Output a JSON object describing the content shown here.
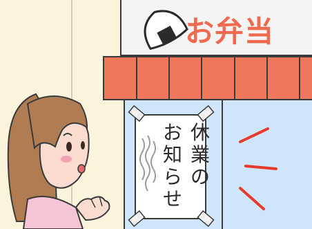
{
  "shop_sign": {
    "text": "お弁当",
    "text_color": "#ef6a4e"
  },
  "notice": {
    "column_right": "休業の",
    "column_left": "お知らせ"
  },
  "colors": {
    "wall": "#fbf3dc",
    "sign_board": "#f4f4f4",
    "awning": "#ef7759",
    "window_glass": "#cfe6fa",
    "skin": "#f9dccf",
    "hair": "#b07c54",
    "shirt": "#f7c3d6",
    "motion_lines": "#e83a2c"
  },
  "icons": [
    "onigiri-icon"
  ]
}
